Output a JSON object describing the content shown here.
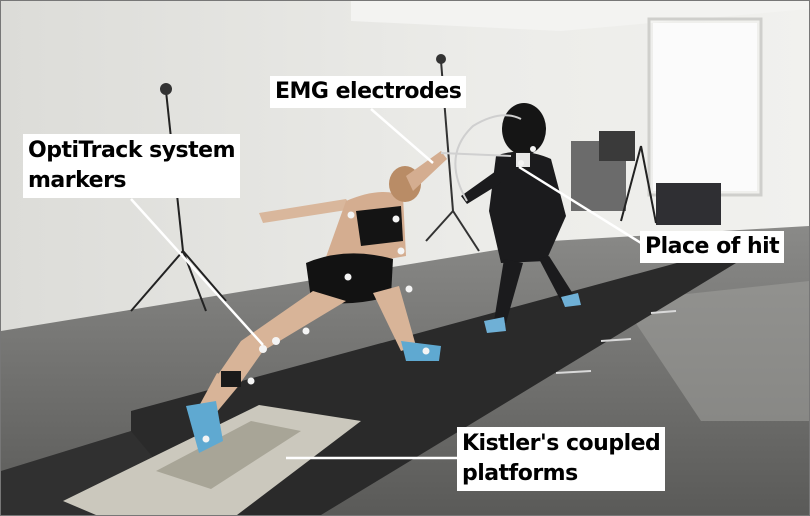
{
  "annotations": {
    "emg": "EMG electrodes",
    "optitrack_line1": "OptiTrack system",
    "optitrack_line2": "markers",
    "hit": "Place of hit",
    "kistler_line1": "Kistler's coupled",
    "kistler_line2": "platforms"
  },
  "colors": {
    "wall": "#e8e8e5",
    "floor": "#6f6f6f",
    "piste": "#2b2b2b",
    "platform": "#c9c6bb",
    "label_bg": "#ffffff",
    "leader_line": "#ffffff"
  }
}
